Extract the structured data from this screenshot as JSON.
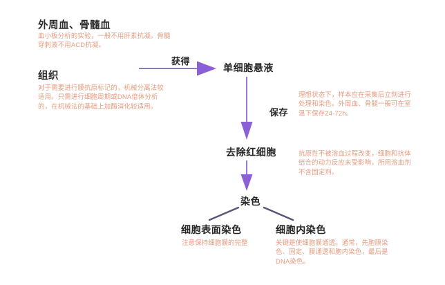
{
  "diagram": {
    "title_hidden": "流式细胞术样本处理流程",
    "background_color": "#ffffff",
    "arrow_color": "#8b5fd6",
    "branch_line_color": "#5b5378",
    "heading_color": "#2b2b2b",
    "note_color": "#e79a7e",
    "node_color": "#262626"
  },
  "sources": [
    {
      "heading": "外周血、骨髓血",
      "note": "血小板分析的实验，一般不用肝素抗凝。骨髓穿刺液不用ACD抗凝。"
    },
    {
      "heading": "组织",
      "note": "对于需要进行膜抗原标记的，机械分离法较适用。只需进行细胞周期或DNA倍体分析的，在机械法的基础上加酶消化较适用。"
    }
  ],
  "edges": [
    {
      "label": "获得",
      "from": "samples",
      "to": "单细胞悬液",
      "direction": "right"
    },
    {
      "label": "保存",
      "from": "单细胞悬液",
      "to": "去除红细胞",
      "direction": "down"
    },
    {
      "label": "",
      "from": "去除红细胞",
      "to": "染色",
      "direction": "down"
    },
    {
      "label": "",
      "from": "染色",
      "to": "细胞表面染色",
      "direction": "down-left"
    },
    {
      "label": "",
      "from": "染色",
      "to": "细胞内染色",
      "direction": "down-right"
    }
  ],
  "nodes": [
    {
      "id": "suspension",
      "label": "单细胞悬液"
    },
    {
      "id": "rbc",
      "label": "去除红细胞"
    },
    {
      "id": "stain",
      "label": "染色"
    },
    {
      "id": "surface",
      "label": "细胞表面染色"
    },
    {
      "id": "intra",
      "label": "细胞内染色"
    }
  ],
  "annotations": [
    {
      "id": "preserve-note",
      "attached_to": "保存",
      "text": "理想状态下，样本应在采集后立刻进行处理和染色。外周血、骨髓一般可在室温下保存24-72h。"
    },
    {
      "id": "lysis-note",
      "attached_to": "去除红细胞",
      "text": "抗原性不被溶血过程改变，细胞和抗体结合的动力反应未受影响，所用溶血剂不含固定剂。"
    },
    {
      "id": "surface-note",
      "attached_to": "细胞表面染色",
      "text": "注意保持细胞膜的完整"
    },
    {
      "id": "intra-note",
      "attached_to": "细胞内染色",
      "text": "关键是使细胞膜通透。通常，先胞膜染色、固定、膜通透和胞内染色，最后是DNA染色。"
    }
  ]
}
